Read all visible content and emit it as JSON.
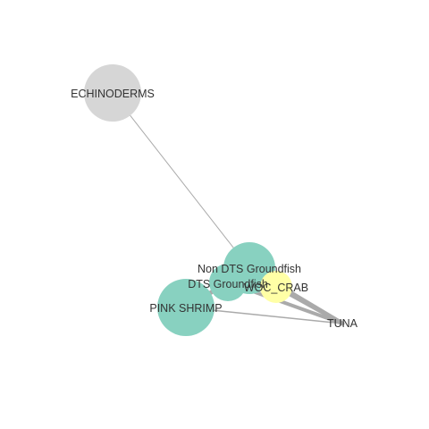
{
  "graph": {
    "nodes": [
      {
        "id": "echinoderms",
        "label": "ECHINODERMS",
        "color": "#d6d6d6"
      },
      {
        "id": "non_dts_groundfish",
        "label": "Non DTS Groundfish",
        "color": "#88d1c0"
      },
      {
        "id": "dts_groundfish",
        "label": "DTS Groundfish",
        "color": "#88d1c0"
      },
      {
        "id": "woc_crab",
        "label": "WOC_CRAB",
        "color": "#ffffa6"
      },
      {
        "id": "pink_shrimp",
        "label": "PINK SHRIMP",
        "color": "#88d1c0"
      },
      {
        "id": "tuna",
        "label": "TUNA",
        "color": "#88d1c0"
      }
    ],
    "edges": [
      {
        "source": "echinoderms",
        "target": "non_dts_groundfish",
        "weight": 1
      },
      {
        "source": "pink_shrimp",
        "target": "tuna",
        "weight": 1.5
      },
      {
        "source": "pink_shrimp",
        "target": "dts_groundfish",
        "weight": 5
      },
      {
        "source": "dts_groundfish",
        "target": "tuna",
        "weight": 4
      },
      {
        "source": "non_dts_groundfish",
        "target": "tuna",
        "weight": 5
      },
      {
        "source": "woc_crab",
        "target": "tuna",
        "weight": 4
      }
    ]
  }
}
